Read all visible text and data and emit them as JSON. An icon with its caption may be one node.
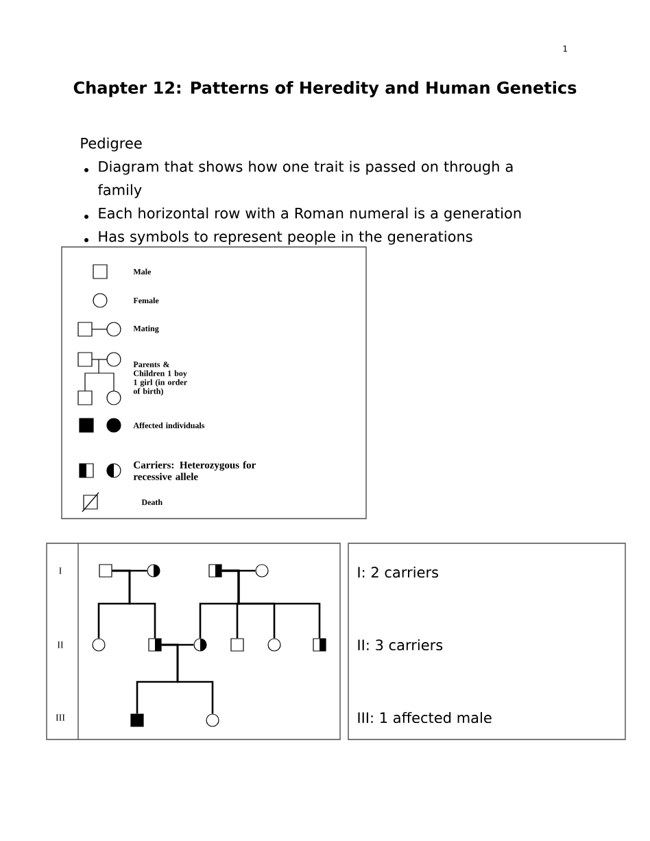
{
  "diagram": {
    "title": "Chapter 12:  Patterns of Heredity and Human Genetics",
    "nodes": [
      {
        "text": [],
        "shape": "box"
      },
      {
        "text": [],
        "shape": "half-circle"
      },
      {
        "text": [],
        "shape": "half-box"
      },
      {
        "text": [],
        "shape": "circle"
      },
      {
        "text": [],
        "shape": "circle"
      },
      {
        "text": [],
        "shape": "half-box"
      },
      {
        "text": [],
        "shape": "half-circle"
      },
      {
        "text": [],
        "shape": "box"
      },
      {
        "text": [],
        "shape": "circle"
      },
      {
        "text": [],
        "shape": "half-box"
      },
      {
        "text": [],
        "shape": "filled-box"
      },
      {
        "text": [],
        "shape": "circle"
      }
    ],
    "edges": [
      {
        "from": 0,
        "to": 1,
        "arrow": "none"
      },
      {
        "from": 2,
        "to": 3,
        "arrow": "none"
      },
      {
        "from": 5,
        "to": 6,
        "arrow": "none"
      },
      {
        "from": 0,
        "to": 4,
        "arrow": "none"
      },
      {
        "from": 0,
        "to": 5,
        "arrow": "none"
      },
      {
        "from": 2,
        "to": 6,
        "arrow": "none"
      },
      {
        "from": 2,
        "to": 7,
        "arrow": "none"
      },
      {
        "from": 2,
        "to": 8,
        "arrow": "none"
      },
      {
        "from": 2,
        "to": 9,
        "arrow": "none"
      },
      {
        "from": 5,
        "to": 10,
        "arrow": "none"
      },
      {
        "from": 5,
        "to": 11,
        "arrow": "none"
      }
    ],
    "labels": [
      "1",
      "Pedigree",
      "Diagram that shows how one trait is passed on through a family",
      "Each horizontal row with a Roman numeral is a generation",
      "Has symbols to represent people in the generations",
      "I",
      "II",
      "III",
      "I:  2 carriers",
      "II:  3 carriers",
      "III:  1 affected male"
    ],
    "legend": [
      {
        "text": "Male"
      },
      {
        "text": "Female"
      },
      {
        "text": "Mating"
      },
      {
        "text": "Parents & Children 1 boy 1 girl (in order of birth)"
      },
      {
        "text": "Affected individuals"
      },
      {
        "text": "Carriers: Heterozygous for recessive allele"
      },
      {
        "text": "Death"
      }
    ]
  }
}
